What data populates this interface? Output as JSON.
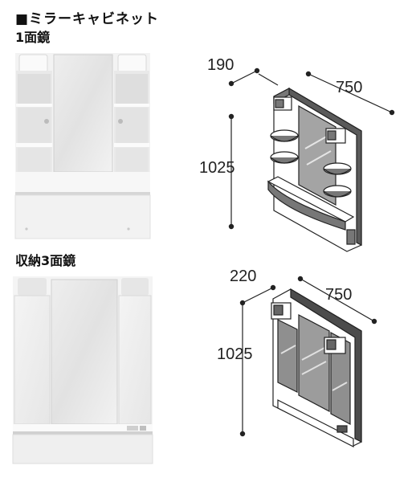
{
  "header": {
    "title": "■ミラーキャビネット"
  },
  "sections": [
    {
      "label": "1面鏡",
      "dims": {
        "depth": "190",
        "width": "750",
        "height": "1025"
      }
    },
    {
      "label": "収納3面鏡",
      "dims": {
        "depth": "220",
        "width": "750",
        "height": "1025"
      }
    }
  ]
}
